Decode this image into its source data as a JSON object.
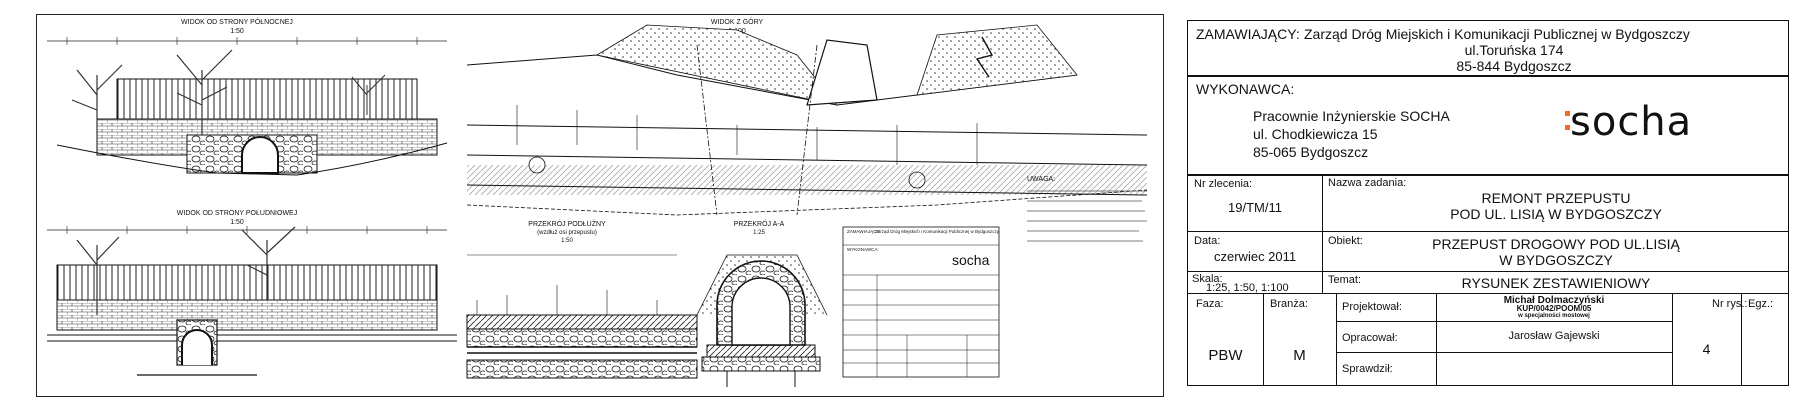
{
  "drawing": {
    "north_view_title": "WIDOK OD STRONY PÓŁNOCNEJ",
    "north_view_scale": "1:50",
    "south_view_title": "WIDOK OD STRONY POŁUDNIOWEJ",
    "south_view_scale": "1:50",
    "top_view_title": "WIDOK Z GÓRY",
    "top_view_scale": "1:100",
    "long_section_title": "PRZEKRÓJ PODŁUŻNY",
    "long_section_subtitle": "(wzdłuż osi przepustu)",
    "long_section_scale": "1:50",
    "cross_section_title": "PRZEKRÓJ A-A",
    "cross_section_scale": "1:25",
    "notes_title": "UWAGA:"
  },
  "mini_title_block": {
    "client_label": "ZAMAWIAJĄCY:",
    "client_name": "Zarząd Dróg Miejskich i Komunikacji Publicznej w Bydgoszczy",
    "contractor_label": "WYKONAWCA:",
    "logo_text": "socha"
  },
  "title_block": {
    "client_label": "ZAMAWIAJĄCY:",
    "client_name": "Zarząd Dróg Miejskich i Komunikacji Publicznej w Bydgoszczy",
    "client_street": "ul.Toruńska 174",
    "client_city": "85-844 Bydgoszcz",
    "contractor_label": "WYKONAWCA:",
    "contractor_name": "Pracownie Inżynierskie SOCHA",
    "contractor_street": "ul. Chodkiewicza 15",
    "contractor_city": "85-065 Bydgoszcz",
    "logo_text": "socha",
    "order_no_label": "Nr zlecenia:",
    "order_no": "19/TM/11",
    "task_name_label": "Nazwa zadania:",
    "task_name_line1": "REMONT PRZEPUSTU",
    "task_name_line2": "POD UL. LISIĄ W BYDGOSZCZY",
    "date_label": "Data:",
    "date": "czerwiec 2011",
    "object_label": "Obiekt:",
    "object_line1": "PRZEPUST DROGOWY POD UL.LISIĄ",
    "object_line2": "W BYDGOSZCZY",
    "scale_label": "Skala:",
    "scale": "1:25, 1:50, 1:100",
    "topic_label": "Temat:",
    "topic": "RYSUNEK ZESTAWIENIOWY",
    "phase_label": "Faza:",
    "phase": "PBW",
    "branch_label": "Branża:",
    "branch": "M",
    "designer_label": "Projektował:",
    "designer_name": "Michał Dolmaczyński",
    "designer_license": "KUP/0042/POOM/05",
    "designer_specialty": "w specjalności mostowej",
    "drafted_label": "Opracował:",
    "drafted_name": "Jarosław Gajewski",
    "checked_label": "Sprawdził:",
    "sheet_no_label": "Nr rys.:",
    "sheet_no": "4",
    "copies_label": "Egz.:"
  }
}
